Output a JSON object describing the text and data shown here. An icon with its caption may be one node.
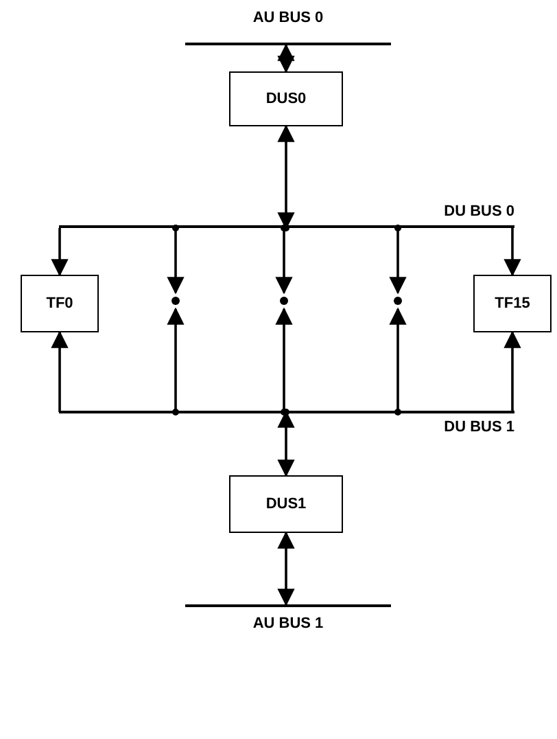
{
  "diagram": {
    "nodes": [
      {
        "text": [
          "AU BUS 0"
        ]
      },
      {
        "text": [
          "DUS0"
        ]
      },
      {
        "text": [
          "DU BUS 0"
        ]
      },
      {
        "text": [
          "TF0"
        ]
      },
      {
        "text": [],
        "shape": "circle"
      },
      {
        "text": [],
        "shape": "circle"
      },
      {
        "text": [],
        "shape": "circle"
      },
      {
        "text": [
          "TF15"
        ]
      },
      {
        "text": [
          "DU BUS 1"
        ]
      },
      {
        "text": [
          "DUS1"
        ]
      },
      {
        "text": [
          "AU BUS 1"
        ]
      }
    ],
    "edges": [
      {
        "from": 0,
        "to": 1,
        "arrow": "both"
      },
      {
        "from": 1,
        "to": 2,
        "arrow": "both"
      },
      {
        "from": 2,
        "to": 3,
        "arrow": "to"
      },
      {
        "from": 2,
        "to": 4,
        "arrow": "to"
      },
      {
        "from": 2,
        "to": 5,
        "arrow": "to"
      },
      {
        "from": 2,
        "to": 6,
        "arrow": "to"
      },
      {
        "from": 2,
        "to": 7,
        "arrow": "to"
      },
      {
        "from": 8,
        "to": 3,
        "arrow": "to"
      },
      {
        "from": 8,
        "to": 4,
        "arrow": "to"
      },
      {
        "from": 8,
        "to": 5,
        "arrow": "to"
      },
      {
        "from": 8,
        "to": 6,
        "arrow": "to"
      },
      {
        "from": 8,
        "to": 7,
        "arrow": "to"
      },
      {
        "from": 8,
        "to": 9,
        "arrow": "both"
      },
      {
        "from": 9,
        "to": 10,
        "arrow": "both"
      }
    ]
  }
}
